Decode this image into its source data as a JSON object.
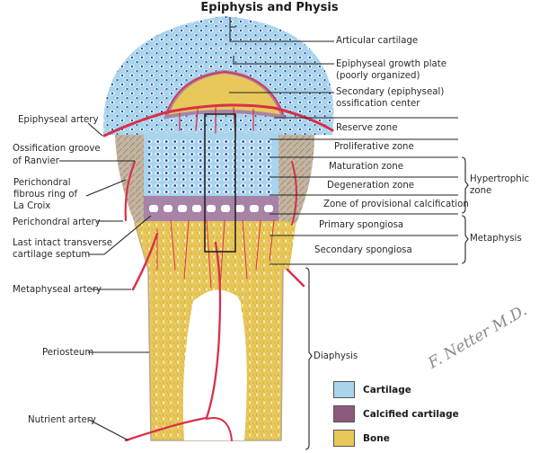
{
  "title": "Epiphysis and Physis",
  "labels_right": {
    "articular_cartilage": "Articular cartilage",
    "epiphyseal_growth_plate_1": "Epiphyseal growth plate",
    "epiphyseal_growth_plate_2": "(poorly organized)",
    "secondary_center_1": "Secondary (epiphyseal)",
    "secondary_center_2": "ossification center",
    "reserve_zone": "Reserve zone",
    "proliferative_zone": "Proliferative zone",
    "maturation_zone": "Maturation zone",
    "degeneration_zone": "Degeneration zone",
    "provisional_calcification": "Zone of provisional calcification",
    "primary_spongiosa": "Primary spongiosa",
    "secondary_spongiosa": "Secondary spongiosa"
  },
  "brackets": {
    "hypertrophic_1": "Hypertrophic",
    "hypertrophic_2": "zone",
    "metaphysis": "Metaphysis",
    "diaphysis": "Diaphysis"
  },
  "labels_left": {
    "epiphyseal_artery": "Epiphyseal artery",
    "ossification_groove_1": "Ossification groove",
    "ossification_groove_2": "of Ranvier",
    "perichondral_ring_1": "Perichondral",
    "perichondral_ring_2": "fibrous ring of",
    "perichondral_ring_3": "La Croix",
    "perichondral_artery": "Perichondral artery",
    "last_septum_1": "Last intact transverse",
    "last_septum_2": "cartilage septum",
    "metaphyseal_artery": "Metaphyseal artery",
    "periosteum": "Periosteum",
    "nutrient_artery": "Nutrient artery"
  },
  "legend": [
    {
      "label": "Cartilage",
      "color": "#a8d4ec"
    },
    {
      "label": "Calcified cartilage",
      "color": "#8c5a7c"
    },
    {
      "label": "Bone",
      "color": "#e8c85a"
    }
  ],
  "colors": {
    "cartilage": "#a8d4ec",
    "calcified_cartilage": "#a883a8",
    "bone": "#e8c85a",
    "artery": "#d8304a",
    "perichondrium": "#b8a890",
    "cell": "#2a4aa8"
  },
  "signature": "F. Netter M.D."
}
